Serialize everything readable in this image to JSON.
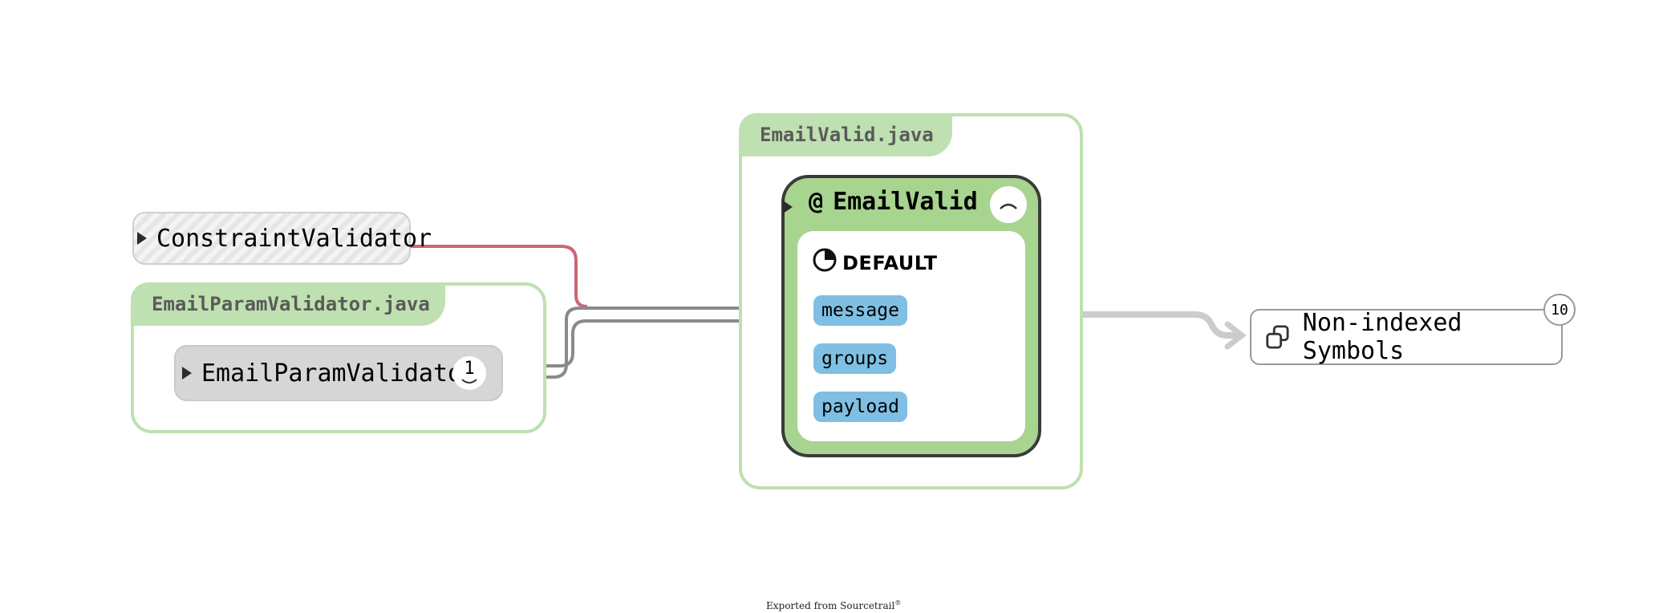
{
  "files": {
    "email_param_validator_file": "EmailParamValidator.java",
    "email_valid_file": "EmailValid.java"
  },
  "nodes": {
    "constraint_validator": "ConstraintValidator",
    "email_param_validator": "EmailParamValidator",
    "email_param_validator_count": "1",
    "email_valid": "EmailValid",
    "non_indexed": "Non-indexed Symbols",
    "non_indexed_count": "10"
  },
  "annotation": {
    "at_symbol": "@",
    "access_group": "DEFAULT",
    "members": [
      "message",
      "groups",
      "payload"
    ]
  },
  "footer": {
    "text": "Exported from Sourcetrail",
    "mark": "®"
  },
  "colors": {
    "file_green": "#bfe0b0",
    "annotation_green": "#a7d48f",
    "member_blue": "#7fbfe3",
    "edge_gray": "#8a8a8a",
    "edge_red": "#cc6677",
    "edge_light": "#cccccc"
  },
  "icons": [
    "expand-triangle-icon",
    "collapse-chevron-icon",
    "expand-chevron-icon",
    "pie-chart-icon",
    "external-symbols-icon"
  ]
}
